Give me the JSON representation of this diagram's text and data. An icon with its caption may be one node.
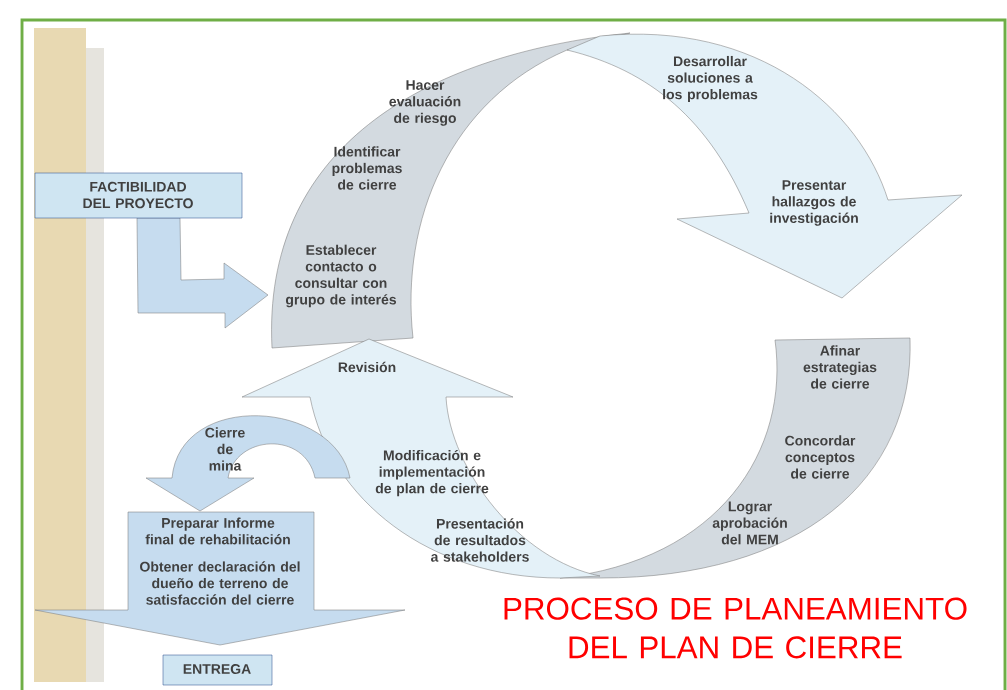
{
  "diagram": {
    "title": "PROCESO DE PLANEAMIENTO DEL PLAN DE CIERRE",
    "nodes": [
      {
        "text": [
          "FACTIBILIDAD DEL PROYECTO"
        ]
      },
      {
        "text": [
          "Hacer evaluación de riesgo",
          "Identificar problemas de cierre",
          "Establecer contacto o consultar con grupo de interés"
        ]
      },
      {
        "text": [
          "Desarrollar soluciones a los problemas",
          "Presentar hallazgos de investigación"
        ]
      },
      {
        "text": [
          "Afinar estrategias de cierre",
          "Concordar conceptos de cierre",
          "Lograr aprobación del MEM"
        ]
      },
      {
        "text": [
          "Revisión",
          "Modificación e implementación de plan de cierre",
          "Presentación de resultados a stakeholders"
        ]
      },
      {
        "text": [
          "Cierre de mina"
        ]
      },
      {
        "text": [
          "Preparar Informe final de rehabilitación",
          "Obtener declaración del dueño de terreno de satisfacción del cierre"
        ]
      },
      {
        "text": [
          "ENTREGA"
        ]
      }
    ],
    "edges": [
      {
        "from": 0,
        "to": 1,
        "arrow": "to"
      }
    ]
  }
}
